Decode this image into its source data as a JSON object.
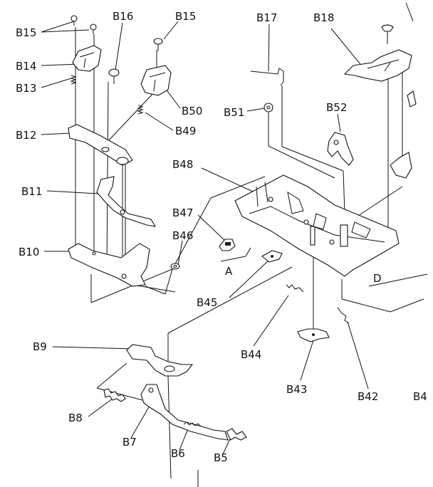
{
  "labels": {
    "B15_top": "B15",
    "B16": "B16",
    "B15_mid": "B15",
    "B17": "B17",
    "B18": "B18",
    "B14": "B14",
    "B13": "B13",
    "B50": "B50",
    "B51": "B51",
    "B52": "B52",
    "B49": "B49",
    "B12": "B12",
    "B48": "B48",
    "B11": "B11",
    "B47": "B47",
    "B46": "B46",
    "B10": "B10",
    "A": "A",
    "D": "D",
    "B45": "B45",
    "B44": "B44",
    "B9": "B9",
    "B43": "B43",
    "B42": "B42",
    "B_edge": "B4",
    "B8": "B8",
    "B7": "B7",
    "B6": "B6",
    "B5": "B5"
  },
  "icons": [
    "screw-icon",
    "spring-icon",
    "washer-icon",
    "bracket-icon",
    "lever-icon",
    "chassis-icon"
  ]
}
